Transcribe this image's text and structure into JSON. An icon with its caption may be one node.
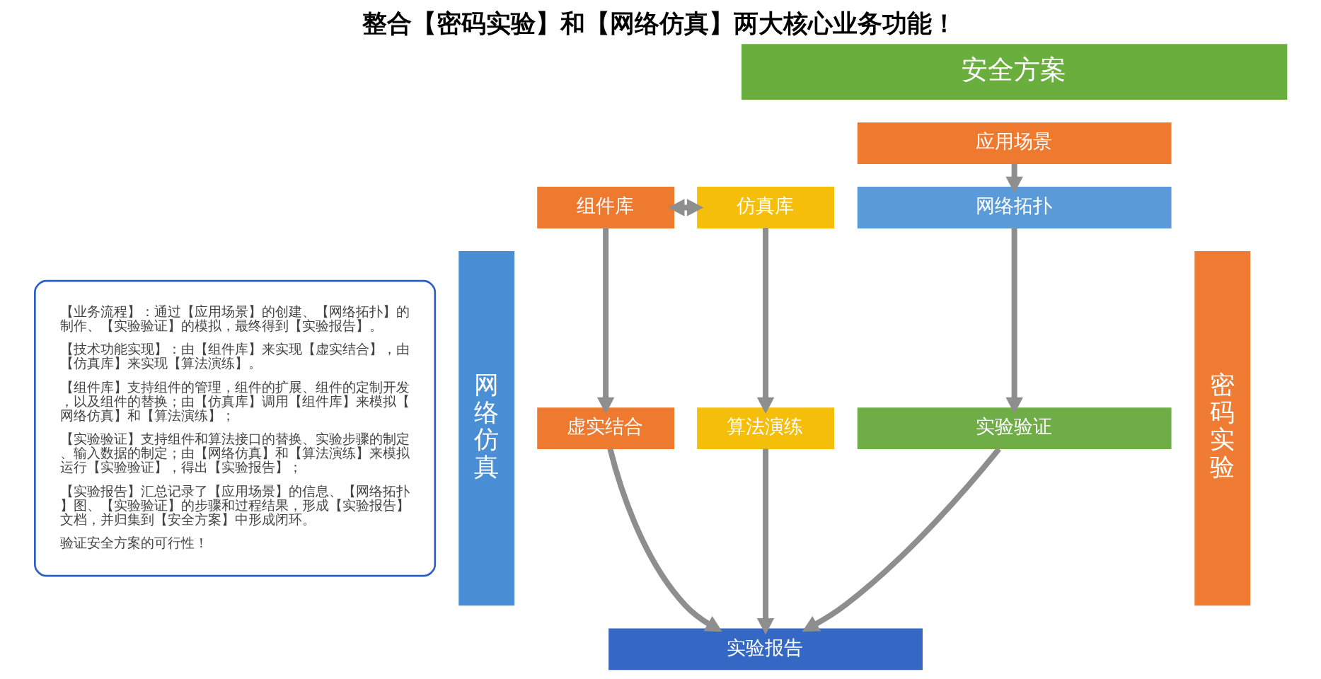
{
  "diagram": {
    "title": "整合【密码实验】和【网络仿真】两大核心业务功能！",
    "nodes": [
      {
        "text": [
          "【业务流程】：通过【应用场景】的创建、【网络拓扑】的制作、【实验验证】的模拟，最终得到【实验报告】。",
          "【技术功能实现】：由【组件库】来实现【虚实结合】，由【仿真库】来实现【算法演练】。",
          "【组件库】支持组件的管理，组件的扩展、组件的定制开发，以及组件的替换；由【仿真库】调用【组件库】来模拟【网络仿真】和【算法演练】；",
          "【实验验证】支持组件和算法接口的替换、实验步骤的制定、输入数据的制定；由【网络仿真】和【算法演练】来模拟运行【实验验证】，得出【实验报告】；",
          "【实验报告】汇总记录了【应用场景】的信息、【网络拓扑】图、【实验验证】的步骤和过程结果，形成【实验报告】文档，并归集到【安全方案】中形成闭环。",
          "验证安全方案的可行性！"
        ]
      },
      {
        "text": [
          "安全方案"
        ]
      },
      {
        "text": [
          "网络仿真"
        ]
      },
      {
        "text": [
          "应用场景"
        ]
      },
      {
        "text": [
          "网络拓扑"
        ]
      },
      {
        "text": [
          "实验验证"
        ]
      },
      {
        "text": [
          "实验报告"
        ]
      },
      {
        "text": [
          "虚实结合"
        ]
      },
      {
        "text": [
          "算法演练"
        ]
      },
      {
        "text": [
          "组件库"
        ]
      },
      {
        "text": [
          "仿真库"
        ]
      },
      {
        "text": [
          "密码实验"
        ]
      }
    ],
    "edges": [
      {
        "from": 3,
        "to": 4,
        "arrow": "to"
      },
      {
        "from": 4,
        "to": 5,
        "arrow": "to"
      },
      {
        "from": 5,
        "to": 6,
        "arrow": "to"
      },
      {
        "from": 7,
        "to": 6,
        "arrow": "to"
      },
      {
        "from": 8,
        "to": 6,
        "arrow": "to"
      },
      {
        "from": 9,
        "to": 7,
        "arrow": "to"
      },
      {
        "from": 10,
        "to": 8,
        "arrow": "to"
      },
      {
        "from": 9,
        "to": 10,
        "arrow": "both"
      }
    ]
  }
}
